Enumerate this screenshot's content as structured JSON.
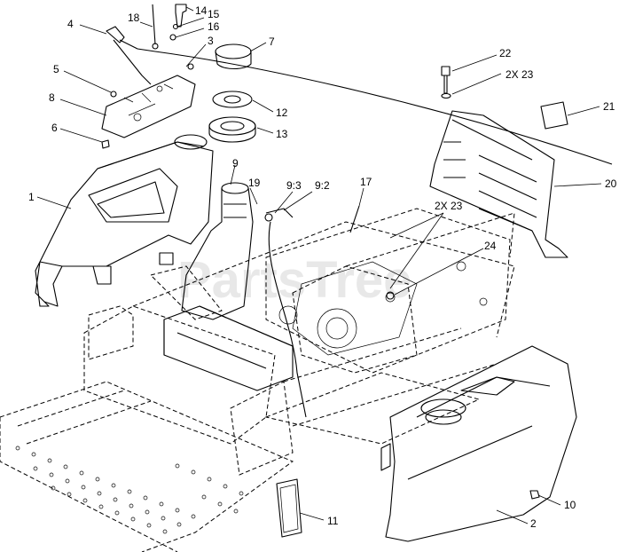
{
  "callouts": {
    "c1": "1",
    "c2": "2",
    "c3": "3",
    "c4": "4",
    "c5": "5",
    "c6": "6",
    "c7": "7",
    "c8": "8",
    "c9": "9",
    "c9_3": "9:3",
    "c9_2": "9:2",
    "c10": "10",
    "c11": "11",
    "c12": "12",
    "c13": "13",
    "c14": "14",
    "c15": "15",
    "c16": "16",
    "c17": "17",
    "c18": "18",
    "c19": "19",
    "c20": "20",
    "c21": "21",
    "c22": "22",
    "c23a": "2X 23",
    "c23b": "2X 23",
    "c24": "24"
  },
  "watermark": "PartsTree"
}
